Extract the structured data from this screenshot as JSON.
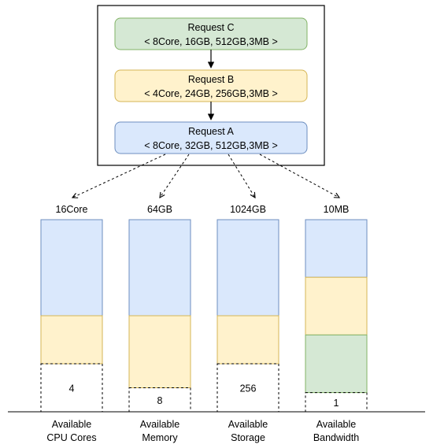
{
  "colors": {
    "request_c_fill": "#d5e8d4",
    "request_c_stroke": "#82b366",
    "request_b_fill": "#fff2cc",
    "request_b_stroke": "#d6b656",
    "request_a_fill": "#dae8fc",
    "request_a_stroke": "#6c8ebf",
    "free_stroke": "#000000"
  },
  "requests": {
    "c": {
      "title": "Request C",
      "spec": "< 8Core, 16GB, 512GB,3MB >"
    },
    "b": {
      "title": "Request B",
      "spec": "< 4Core, 24GB, 256GB,3MB >"
    },
    "a": {
      "title": "Request A",
      "spec": "< 8Core, 32GB, 512GB,3MB >"
    }
  },
  "resources": [
    {
      "capacity_label": "16Core",
      "available_value": "4",
      "label_line1": "Available",
      "label_line2": "CPU Cores",
      "segments": [
        {
          "request": "a",
          "fraction": 0.5
        },
        {
          "request": "b",
          "fraction": 0.25
        }
      ],
      "free_fraction": 0.25
    },
    {
      "capacity_label": "64GB",
      "available_value": "8",
      "label_line1": "Available",
      "label_line2": "Memory",
      "segments": [
        {
          "request": "a",
          "fraction": 0.5
        },
        {
          "request": "b",
          "fraction": 0.375
        }
      ],
      "free_fraction": 0.125
    },
    {
      "capacity_label": "1024GB",
      "available_value": "256",
      "label_line1": "Available",
      "label_line2": "Storage",
      "segments": [
        {
          "request": "a",
          "fraction": 0.5
        },
        {
          "request": "b",
          "fraction": 0.25
        }
      ],
      "free_fraction": 0.25
    },
    {
      "capacity_label": "10MB",
      "available_value": "1",
      "label_line1": "Available",
      "label_line2": "Bandwidth",
      "segments": [
        {
          "request": "a",
          "fraction": 0.3
        },
        {
          "request": "b",
          "fraction": 0.3
        },
        {
          "request": "c",
          "fraction": 0.3
        }
      ],
      "free_fraction": 0.1
    }
  ]
}
